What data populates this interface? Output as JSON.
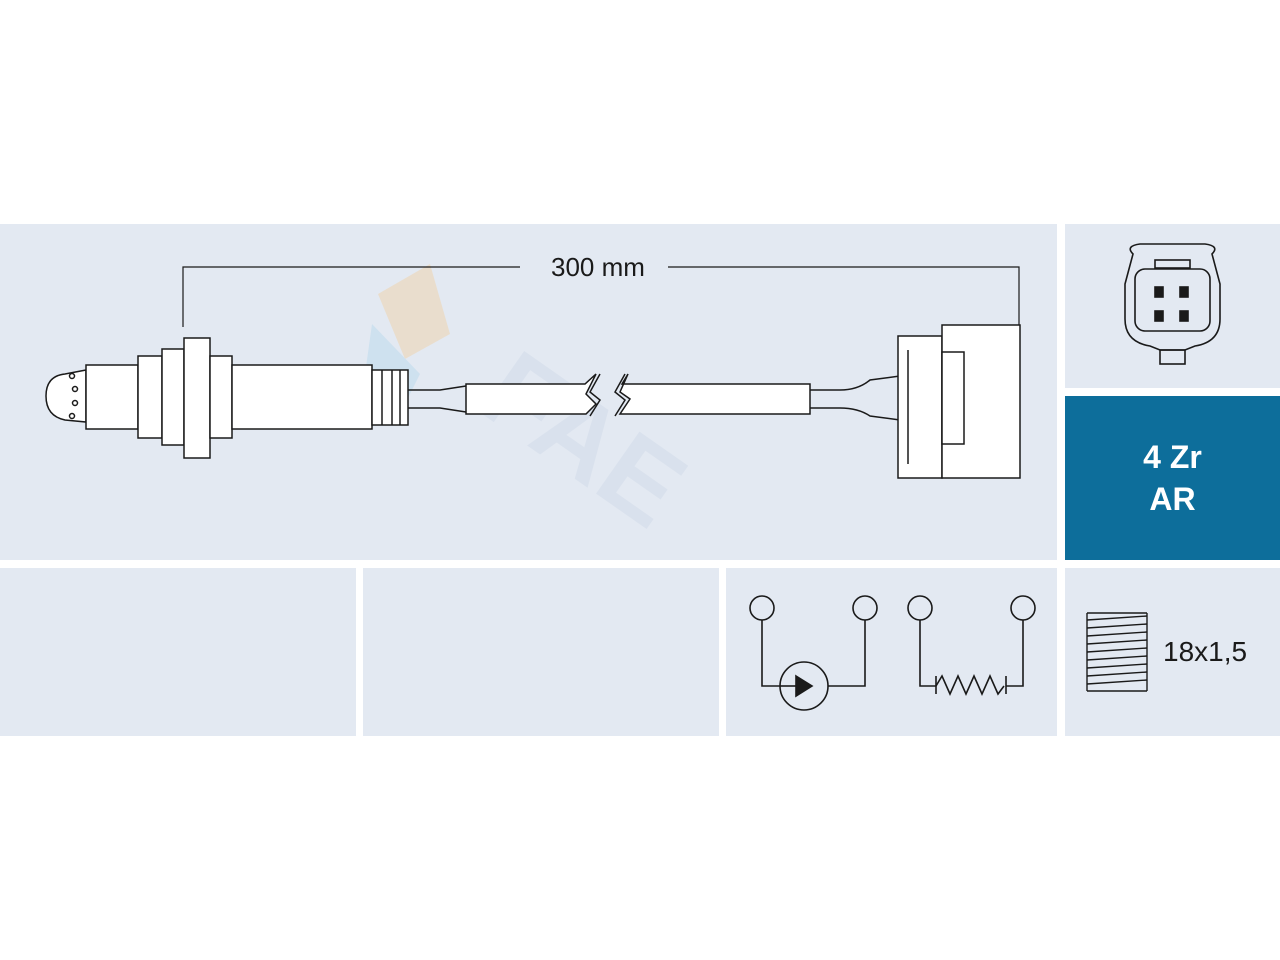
{
  "diagram": {
    "cable_length": "300 mm",
    "sensor_type": {
      "line1": "4 Zr",
      "line2": "AR"
    },
    "thread": "18x1,5"
  },
  "colors": {
    "panel_bg": "#e3e9f2",
    "type_bg": "#0d6e9b",
    "line": "#1a1a1a",
    "part_fill": "#ffffff"
  },
  "icons": {
    "connector": "connector-4-pin-icon",
    "sensing_element": "sensing-element-symbol-icon",
    "heater": "heater-resistor-icon",
    "thread": "thread-icon",
    "watermark": "brand-watermark-icon"
  }
}
